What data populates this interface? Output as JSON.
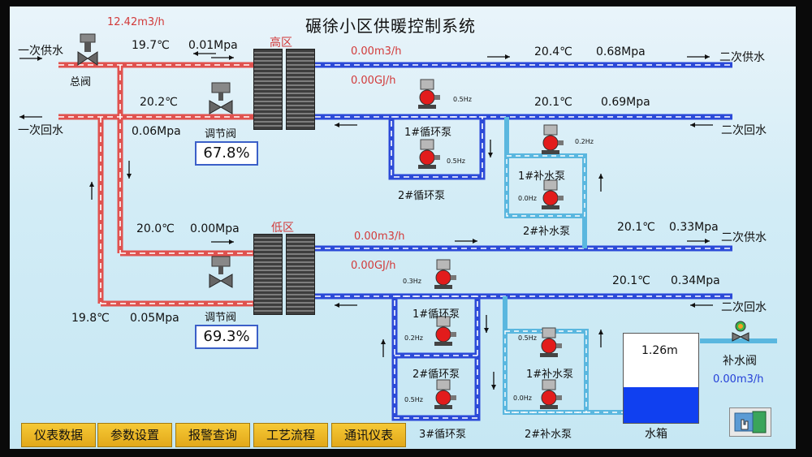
{
  "title": "碾徐小区供暖控制系统",
  "top_flow": "12.42m3/h",
  "primary": {
    "supply_label": "一次供水",
    "return_label": "一次回水",
    "main_valve": "总阀",
    "t1": "19.7℃",
    "p1": "0.01Mpa",
    "t2": "20.2℃",
    "p2": "0.06Mpa",
    "t3": "20.0℃",
    "p3": "0.00Mpa",
    "t4": "19.8℃",
    "p4": "0.05Mpa"
  },
  "high": {
    "zone": "高区",
    "valve_label": "调节阀",
    "valve_value": "67.8%",
    "flow": "0.00m3/h",
    "heat": "0.00GJ/h",
    "s_t": "20.4℃",
    "s_p": "0.68Mpa",
    "r_t": "20.1℃",
    "r_p": "0.69Mpa",
    "sec_supply": "二次供水",
    "sec_return": "二次回水",
    "pump1": "1#循环泵",
    "pump1_hz": "0.5Hz",
    "pump2": "2#循环泵",
    "pump2_hz": "0.5Hz",
    "mk1": "1#补水泵",
    "mk1_hz": "0.2Hz",
    "mk2": "2#补水泵",
    "mk2_hz": "0.0Hz"
  },
  "low": {
    "zone": "低区",
    "valve_label": "调节阀",
    "valve_value": "69.3%",
    "flow": "0.00m3/h",
    "heat": "0.00GJ/h",
    "s_t": "20.1℃",
    "s_p": "0.33Mpa",
    "r_t": "20.1℃",
    "r_p": "0.34Mpa",
    "sec_supply": "二次供水",
    "sec_return": "二次回水",
    "pump1": "1#循环泵",
    "pump1_hz": "0.3Hz",
    "pump2": "2#循环泵",
    "pump2_hz": "0.2Hz",
    "pump3": "3#循环泵",
    "pump3_hz": "0.5Hz",
    "mk1": "1#补水泵",
    "mk1_hz": "0.5Hz",
    "mk2": "2#补水泵",
    "mk2_hz": "0.0Hz"
  },
  "tank": {
    "level": "1.26m",
    "label": "水箱",
    "makeup_valve": "补水阀",
    "makeup_flow": "0.00m3/h"
  },
  "nav": [
    "仪表数据",
    "参数设置",
    "报警查询",
    "工艺流程",
    "通讯仪表"
  ],
  "colors": {
    "primary_pipe": "#e0524f",
    "secondary_pipe": "#2c4ad8",
    "makeup_pipe": "#5ab7df",
    "background": "#d7eef7",
    "water": "#1040f0"
  }
}
